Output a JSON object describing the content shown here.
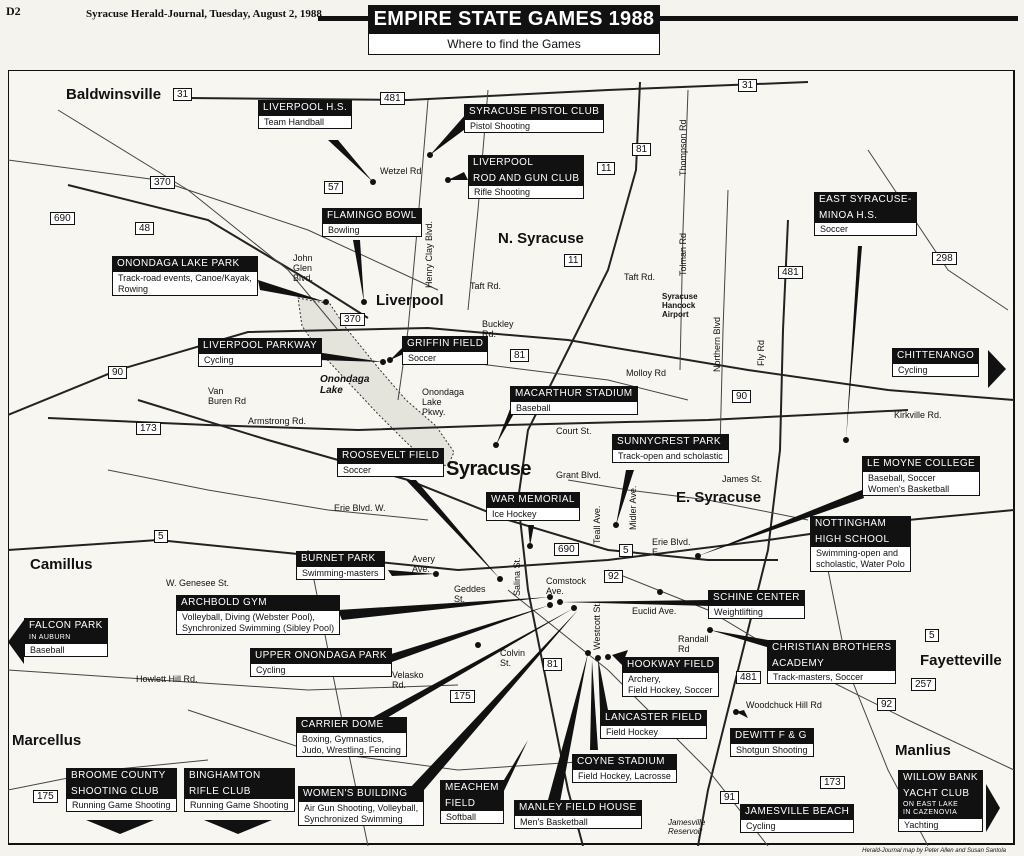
{
  "header": {
    "page": "D2",
    "paper": "Syracuse Herald-Journal, Tuesday, August 2, 1988",
    "title": "EMPIRE STATE GAMES 1988",
    "subtitle": "Where to find the Games"
  },
  "venues": {
    "liverpool_hs": {
      "name": "LIVERPOOL H.S.",
      "sport": "Team Handball"
    },
    "pistol_club": {
      "name": "SYRACUSE PISTOL CLUB",
      "sport": "Pistol Shooting"
    },
    "rod_gun": {
      "name1": "LIVERPOOL",
      "name2": "ROD AND GUN CLUB",
      "sport": "Rifle Shooting"
    },
    "flamingo": {
      "name": "FLAMINGO BOWL",
      "sport": "Bowling"
    },
    "east_syracuse_minoa": {
      "name1": "EAST SYRACUSE-",
      "name2": "MINOA H.S.",
      "sport": "Soccer"
    },
    "onondaga_lake_park": {
      "name": "ONONDAGA LAKE PARK",
      "sport1": "Track-road events, Canoe/Kayak,",
      "sport2": "Rowing"
    },
    "liverpool_parkway": {
      "name": "LIVERPOOL PARKWAY",
      "sport": "Cycling"
    },
    "griffin": {
      "name": "GRIFFIN FIELD",
      "sport": "Soccer"
    },
    "chittenango": {
      "name": "CHITTENANGO",
      "sport": "Cycling"
    },
    "macarthur": {
      "name": "MACARTHUR STADIUM",
      "sport": "Baseball"
    },
    "sunnycrest": {
      "name": "SUNNYCREST PARK",
      "sport": "Track-open and scholastic"
    },
    "roosevelt": {
      "name": "ROOSEVELT FIELD",
      "sport": "Soccer"
    },
    "le_moyne": {
      "name": "LE MOYNE COLLEGE",
      "sport1": "Baseball, Soccer",
      "sport2": "Women's Basketball"
    },
    "war_memorial": {
      "name": "WAR MEMORIAL",
      "sport": "Ice Hockey"
    },
    "nottingham": {
      "name1": "NOTTINGHAM",
      "name2": "HIGH SCHOOL",
      "sport1": "Swimming-open and",
      "sport2": "scholastic, Water Polo"
    },
    "burnet": {
      "name": "BURNET PARK",
      "sport": "Swimming-masters"
    },
    "archbold": {
      "name": "ARCHBOLD GYM",
      "sport1": "Volleyball, Diving (Webster Pool),",
      "sport2": "Synchronized Swimming (Sibley Pool)"
    },
    "schine": {
      "name": "SCHINE CENTER",
      "sport": "Weightlifting"
    },
    "falcon": {
      "name": "FALCON PARK",
      "note": "IN AUBURN",
      "sport": "Baseball"
    },
    "christian_brothers": {
      "name1": "CHRISTIAN BROTHERS",
      "name2": "ACADEMY",
      "sport": "Track-masters, Soccer"
    },
    "upper_onondaga": {
      "name": "UPPER ONONDAGA PARK",
      "sport": "Cycling"
    },
    "hookway": {
      "name": "HOOKWAY FIELD",
      "sport1": "Archery,",
      "sport2": "Field Hockey, Soccer"
    },
    "carrier_dome": {
      "name": "CARRIER DOME",
      "sport1": "Boxing, Gymnastics,",
      "sport2": "Judo, Wrestling, Fencing"
    },
    "lancaster": {
      "name": "LANCASTER FIELD",
      "sport": "Field Hockey"
    },
    "dewitt": {
      "name": "DEWITT F & G",
      "sport": "Shotgun Shooting"
    },
    "coyne": {
      "name": "COYNE STADIUM",
      "sport": "Field Hockey, Lacrosse"
    },
    "broome": {
      "name1": "BROOME COUNTY",
      "name2": "SHOOTING CLUB",
      "sport": "Running Game Shooting"
    },
    "binghamton": {
      "name1": "BINGHAMTON",
      "name2": "RIFLE CLUB",
      "sport": "Running Game Shooting"
    },
    "womens_building": {
      "name": "WOMEN'S BUILDING",
      "sport1": "Air Gun Shooting, Volleyball,",
      "sport2": "Synchronized Swimming"
    },
    "meachem": {
      "name1": "MEACHEM",
      "name2": "FIELD",
      "sport": "Softball"
    },
    "manley": {
      "name": "MANLEY FIELD HOUSE",
      "sport": "Men's Basketball"
    },
    "jamesville_beach": {
      "name": "JAMESVILLE BEACH",
      "sport": "Cycling"
    },
    "willow_bank": {
      "name1": "WILLOW BANK",
      "name2": "YACHT CLUB",
      "note1": "ON EAST LAKE",
      "note2": "IN CAZENOVIA",
      "sport": "Yachting"
    }
  },
  "places": {
    "baldwinsville": "Baldwinsville",
    "liverpool": "Liverpool",
    "n_syracuse": "N. Syracuse",
    "syracuse": "Syracuse",
    "e_syracuse": "E. Syracuse",
    "camillus": "Camillus",
    "fayetteville": "Fayetteville",
    "marcellus": "Marcellus",
    "manlius": "Manlius",
    "onondaga_lake": "Onondaga Lake",
    "airport": "Syracuse Hancock Airport",
    "jamesville_reservoir": "Jamesville Reservoir"
  },
  "streets": {
    "wetzel": "Wetzel Rd",
    "john_glen": "John Glen Blvd.",
    "henry_clay": "Henry Clay Blvd.",
    "taft": "Taft Rd.",
    "taft2": "Taft Rd.",
    "thompson": "Thompson Rd",
    "tolman": "Tolman Rd",
    "buckley": "Buckley Rd.",
    "molloy": "Molloy Rd",
    "northern": "Northern Blvd",
    "fly": "Fly Rd",
    "van_buren": "Van Buren Rd",
    "armstrong": "Armstrong Rd.",
    "onondaga_pkwy": "Onondaga Lake Pkwy.",
    "court": "Court St.",
    "kirkville": "Kirkville Rd.",
    "james": "James St.",
    "grant": "Grant Blvd.",
    "erie_w": "Erie Blvd. W.",
    "erie_e": "Erie Blvd. E.",
    "teall": "Teall Ave.",
    "midler": "Midler Ave.",
    "salina": "Salina St.",
    "avery": "Avery Ave.",
    "w_genesee": "W. Genesee St.",
    "geddes": "Geddes St.",
    "comstock": "Comstock Ave.",
    "euclid": "Euclid Ave.",
    "westcott": "Westcott St.",
    "randall": "Randall Rd",
    "howlett": "Howlett Hill Rd.",
    "velasko": "Velasko Rd.",
    "colvin": "Colvin St.",
    "woodchuck": "Woodchuck Hill Rd"
  },
  "shields": {
    "r31a": "31",
    "r481a": "481",
    "r31b": "31",
    "r370a": "370",
    "r57": "57",
    "r690a": "690",
    "r48": "48",
    "r11a": "11",
    "r81a": "81",
    "r11b": "11",
    "r481b": "481",
    "r298": "298",
    "r370b": "370",
    "r81b": "81",
    "r90a": "90",
    "r90b": "90",
    "r173a": "173",
    "r5a": "5",
    "r690b": "690",
    "r5b": "5",
    "r92a": "92",
    "r5c": "5",
    "r81c": "81",
    "r175a": "175",
    "r481c": "481",
    "r257": "257",
    "r92b": "92",
    "r173b": "173",
    "r175b": "175",
    "r91": "91"
  },
  "credit": "Herald-Journal map by Peter Allen and Susan Santola",
  "colors": {
    "ink": "#111111",
    "paper": "#f4f3ee"
  }
}
